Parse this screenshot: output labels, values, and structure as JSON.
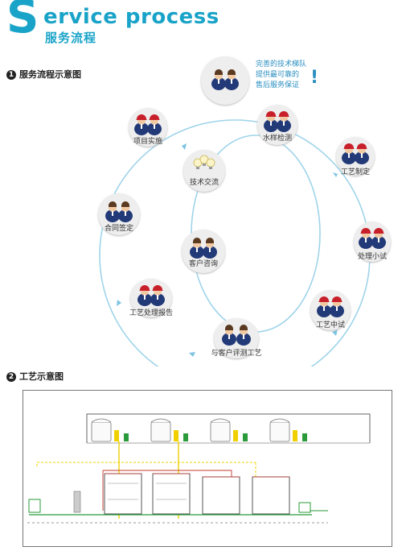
{
  "header": {
    "letter_s": "S",
    "title_en": "ervice process",
    "title_cn": "服务流程"
  },
  "section1": {
    "num": "1",
    "title": "服务流程示意图"
  },
  "section2": {
    "num": "2",
    "title": "工艺示意图"
  },
  "callout": {
    "line1": "完善的技术梯队",
    "line2": "提供最可靠的",
    "line3": "售后服务保证",
    "mark": "!"
  },
  "outer_nodes": [
    {
      "id": "water",
      "label": "水样检测"
    },
    {
      "id": "design",
      "label": "工艺制定"
    },
    {
      "id": "small",
      "label": "处理小试"
    },
    {
      "id": "pilot",
      "label": "工艺中试"
    },
    {
      "id": "review",
      "label": "与客户评测工艺"
    },
    {
      "id": "report",
      "label": "工艺处理报告"
    },
    {
      "id": "contract",
      "label": "合同签定"
    },
    {
      "id": "implement",
      "label": "项目实施"
    }
  ],
  "inner_nodes": [
    {
      "id": "tech",
      "label": "技术交流"
    },
    {
      "id": "consult",
      "label": "客户咨询"
    }
  ],
  "colors": {
    "accent": "#1aa3c8",
    "ring": "#9fd4ea",
    "suit": "#233a78",
    "helmet": "#c8202a",
    "pipe_red": "#c0392b",
    "pipe_yellow": "#f0d000",
    "pipe_green": "#2a9a3a"
  }
}
